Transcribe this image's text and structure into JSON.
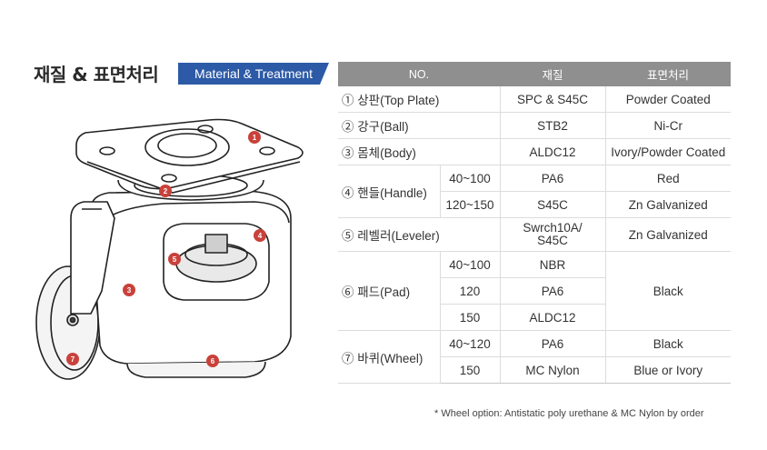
{
  "header": {
    "title": "재질 & 표면처리",
    "badge": "Material & Treatment"
  },
  "diagram": {
    "callouts": [
      "1",
      "2",
      "3",
      "4",
      "5",
      "6",
      "7"
    ],
    "callout_color": "#c9413b"
  },
  "table": {
    "columns": [
      "NO.",
      "재질",
      "표면처리"
    ],
    "parts": {
      "top_plate": {
        "label": "① 상판(Top Plate)",
        "material": "SPC & S45C",
        "treatment": "Powder Coated"
      },
      "ball": {
        "label": "② 강구(Ball)",
        "material": "STB2",
        "treatment": "Ni-Cr"
      },
      "body": {
        "label": "③ 몸체(Body)",
        "material": "ALDC12",
        "treatment": "Ivory/Powder Coated"
      },
      "handle": {
        "label": "④ 핸들(Handle)",
        "rows": [
          {
            "size": "40~100",
            "material": "PA6",
            "treatment": "Red"
          },
          {
            "size": "120~150",
            "material": "S45C",
            "treatment": "Zn Galvanized"
          }
        ]
      },
      "leveler": {
        "label": "⑤ 레벨러(Leveler)",
        "material_line1": "Swrch10A/",
        "material_line2": "S45C",
        "treatment": "Zn Galvanized"
      },
      "pad": {
        "label": "⑥ 패드(Pad)",
        "rows": [
          {
            "size": "40~100",
            "material": "NBR"
          },
          {
            "size": "120",
            "material": "PA6"
          },
          {
            "size": "150",
            "material": "ALDC12"
          }
        ],
        "treatment": "Black"
      },
      "wheel": {
        "label": "⑦ 바퀴(Wheel)",
        "rows": [
          {
            "size": "40~120",
            "material": "PA6",
            "treatment": "Black"
          },
          {
            "size": "150",
            "material": "MC Nylon",
            "treatment": "Blue or Ivory"
          }
        ]
      }
    }
  },
  "footnote": "* Wheel option: Antistatic poly urethane & MC Nylon by order"
}
